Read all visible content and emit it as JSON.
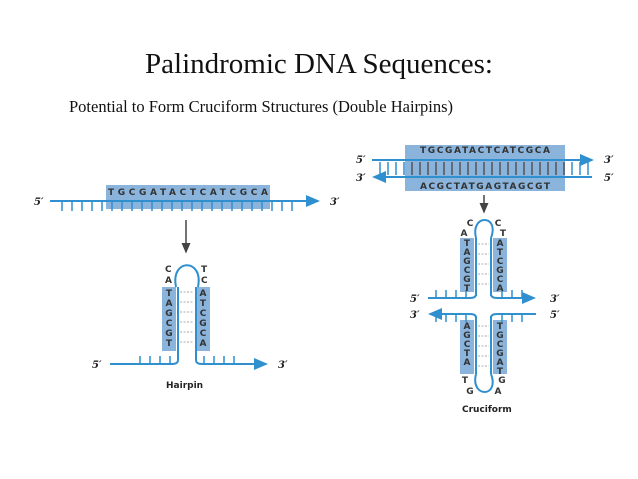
{
  "slide": {
    "title": "Palindromic DNA Sequences:",
    "subtitle": "Potential to Form Cruciform Structures (Double Hairpins)"
  },
  "colors": {
    "strand": "#2f8fcf",
    "box": "#8ab4dc",
    "arrow": "#444444",
    "text": "#333333"
  },
  "ends": {
    "five": "5′",
    "three": "3′"
  },
  "sequences": {
    "top_left": "TGCGATACTCATCGCA",
    "duplex_top": "TGCGATACTCATCGCA",
    "duplex_bottom": "ACGCTATGAGTAGCGT"
  },
  "hairpin": {
    "label": "Hairpin",
    "stem_left": [
      "T",
      "A",
      "G",
      "C",
      "G",
      "T"
    ],
    "stem_right": [
      "A",
      "T",
      "C",
      "G",
      "C",
      "A"
    ],
    "loop_left": "A",
    "loop_left2": "C",
    "loop_right": "C",
    "loop_right2": "T"
  },
  "cruciform": {
    "label": "Cruciform",
    "top_left": [
      "T",
      "A",
      "G",
      "C",
      "G",
      "T"
    ],
    "top_right": [
      "A",
      "T",
      "C",
      "G",
      "C",
      "A"
    ],
    "top_loop": [
      "C",
      "A",
      "T",
      "C"
    ],
    "bottom_left": [
      "A",
      "G",
      "C",
      "T",
      "A"
    ],
    "bottom_right": [
      "T",
      "G",
      "C",
      "G",
      "A",
      "T"
    ],
    "bottom_loop": [
      "T",
      "G",
      "A",
      "G"
    ]
  }
}
